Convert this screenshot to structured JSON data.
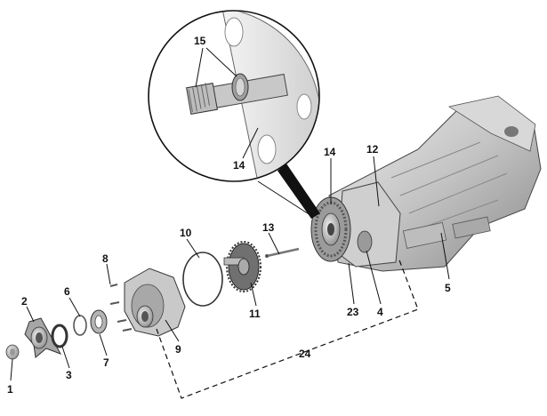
{
  "diagram": {
    "callouts": [
      {
        "id": "c15",
        "text": "15"
      },
      {
        "id": "c14a",
        "text": "14"
      },
      {
        "id": "c14b",
        "text": "14"
      },
      {
        "id": "c12",
        "text": "12"
      },
      {
        "id": "c13",
        "text": "13"
      },
      {
        "id": "c10",
        "text": "10"
      },
      {
        "id": "c8",
        "text": "8"
      },
      {
        "id": "c6",
        "text": "6"
      },
      {
        "id": "c2",
        "text": "2"
      },
      {
        "id": "c1",
        "text": "1"
      },
      {
        "id": "c3",
        "text": "3"
      },
      {
        "id": "c7",
        "text": "7"
      },
      {
        "id": "c9",
        "text": "9"
      },
      {
        "id": "c11",
        "text": "11"
      },
      {
        "id": "c23",
        "text": "23"
      },
      {
        "id": "c4",
        "text": "4"
      },
      {
        "id": "c5",
        "text": "5"
      },
      {
        "id": "c24",
        "text": "24"
      }
    ]
  },
  "colors": {
    "metal_light": "#e2e2e2",
    "metal_mid": "#b5b5b5",
    "metal_dark": "#6e6e6e",
    "line": "#111111"
  }
}
